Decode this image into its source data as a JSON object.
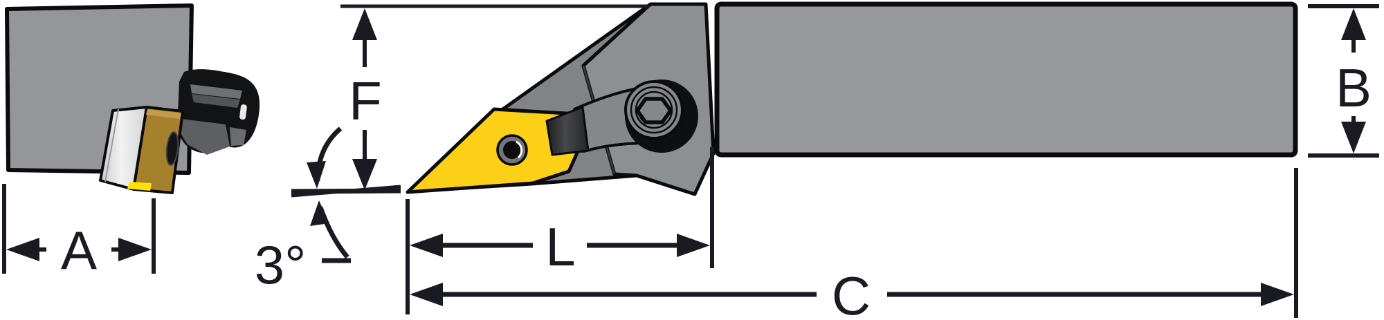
{
  "diagram": {
    "dimensions": {
      "a": "A",
      "f": "F",
      "angle": "3°",
      "l": "L",
      "c": "C",
      "b": "B"
    },
    "colors": {
      "line": "#191a22",
      "outline": "#0b0b0d",
      "body-gray": "#949699",
      "head-gray": "#8d9093",
      "head-facet-gray": "#818487",
      "shank-gray": "#97999c",
      "arm-gray": "#85888b",
      "insert-yellow": "#fdd018",
      "insert-gold": "#a5812e",
      "insert-gold-light": "#c39b4a",
      "insert-silver": "#e4e4e5",
      "insert-edge-yellow": "#ffe105",
      "clamp-black": "#121315",
      "hole-ring-gray": "#737578",
      "white": "#ffffff"
    }
  }
}
